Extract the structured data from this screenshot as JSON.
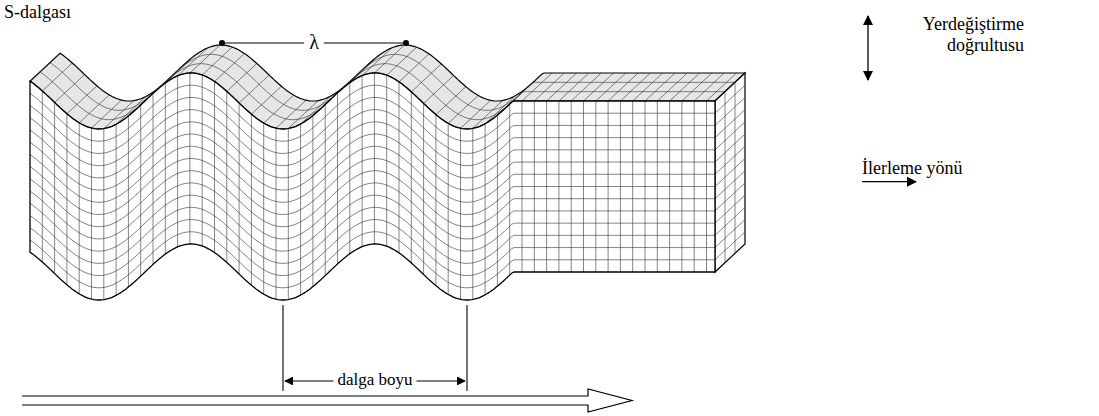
{
  "diagram": {
    "labels": [
      "S-dalgası",
      "λ",
      "Yerdeğiştirme doğrultusu",
      "İlerleme yönü",
      "dalga boyu"
    ]
  }
}
